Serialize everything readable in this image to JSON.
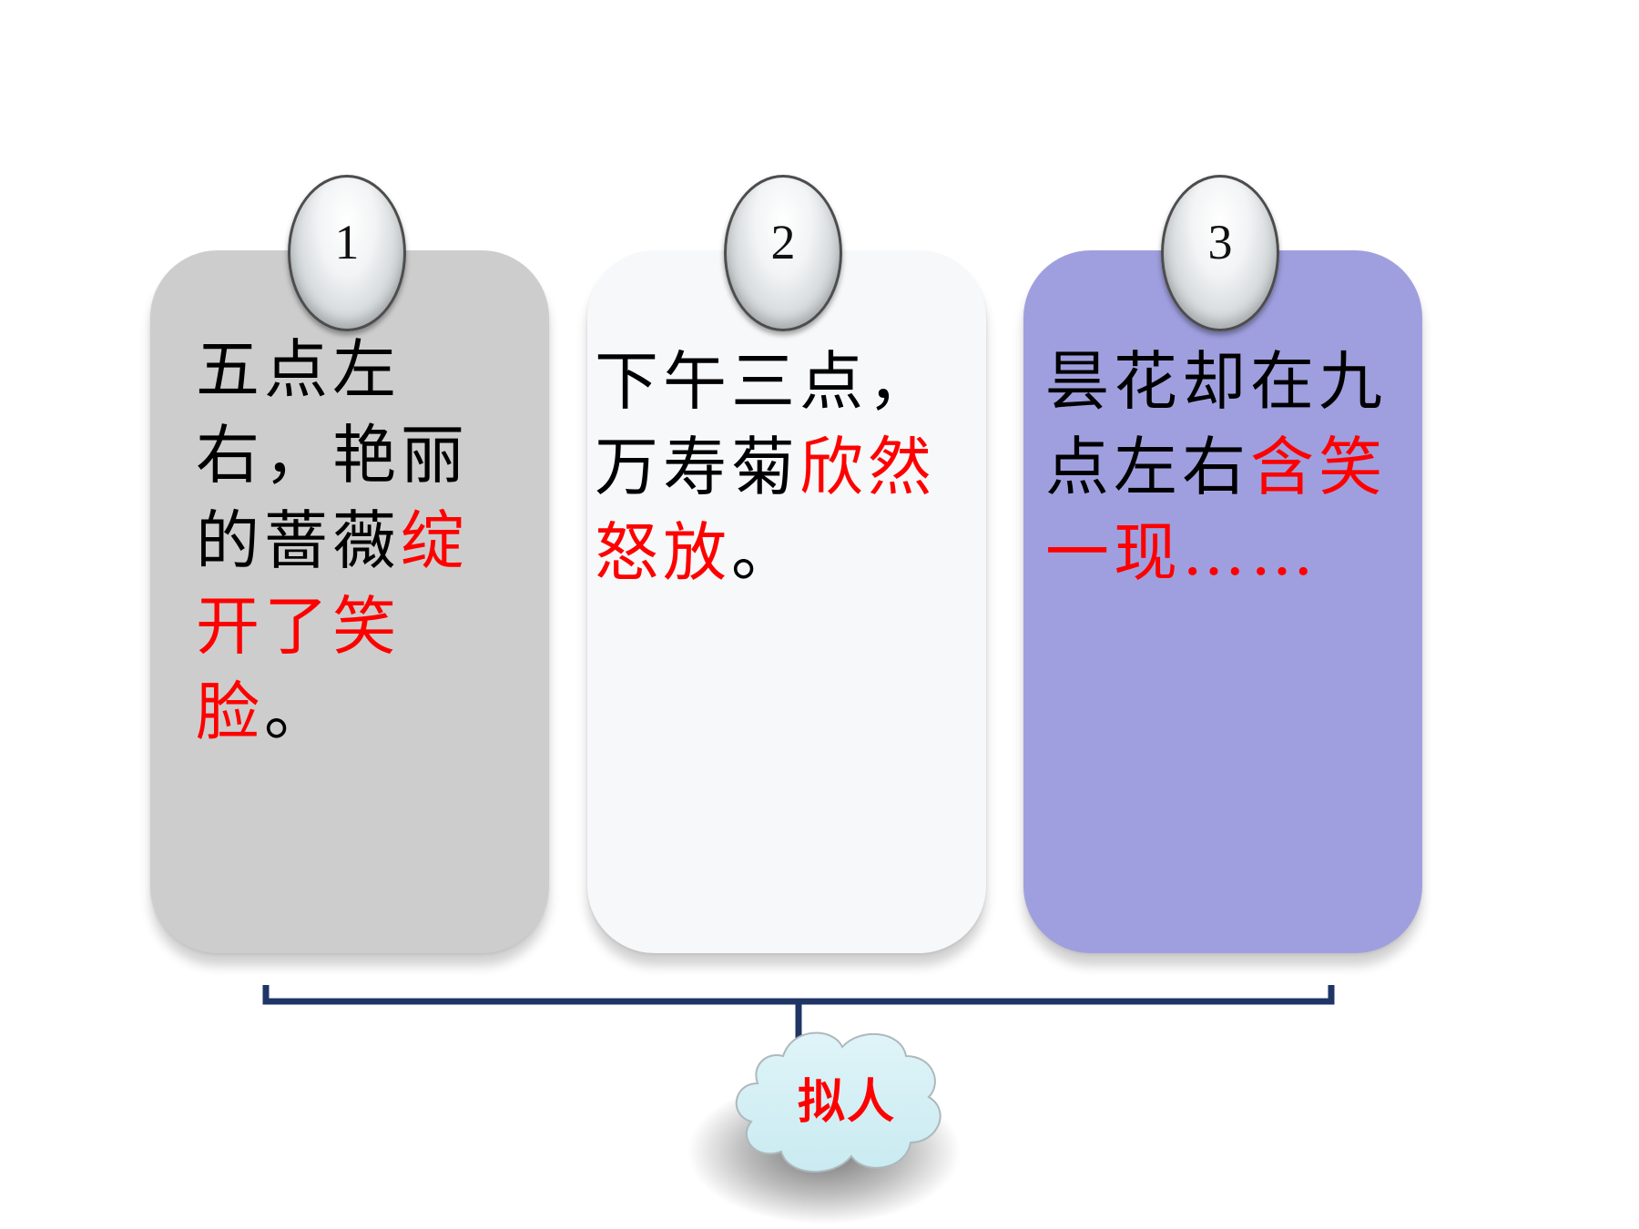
{
  "cards": [
    {
      "number": "1",
      "background": "#cdcdcd",
      "segments": [
        {
          "text": "五点左右，艳丽的蔷薇",
          "highlight": false
        },
        {
          "text": "绽开了笑脸",
          "highlight": true
        },
        {
          "text": "。",
          "highlight": false
        }
      ]
    },
    {
      "number": "2",
      "background": "#f6f8f9",
      "segments": [
        {
          "text": "下午三点，万寿菊",
          "highlight": false
        },
        {
          "text": "欣然怒放",
          "highlight": true
        },
        {
          "text": "。",
          "highlight": false
        }
      ]
    },
    {
      "number": "3",
      "background": "#9f9fdf",
      "segments": [
        {
          "text": "昙花却在九点左右",
          "highlight": false
        },
        {
          "text": "含笑一现……",
          "highlight": true
        }
      ]
    }
  ],
  "summary": {
    "label": "拟人",
    "cloud_color": "#d6f0f5",
    "bracket_color": "#1f3566"
  },
  "colors": {
    "highlight": "#ff0000",
    "text": "#000000"
  }
}
